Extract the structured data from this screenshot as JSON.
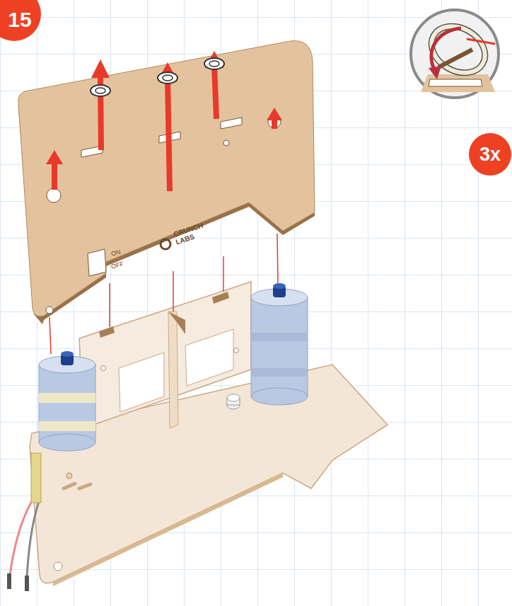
{
  "diagram": {
    "nodes": [
      {
        "text": [
          "15"
        ]
      },
      {
        "text": [
          "3x"
        ]
      }
    ],
    "labels": [
      "ON",
      "OFF",
      "CRUNCH",
      "LABS"
    ]
  }
}
